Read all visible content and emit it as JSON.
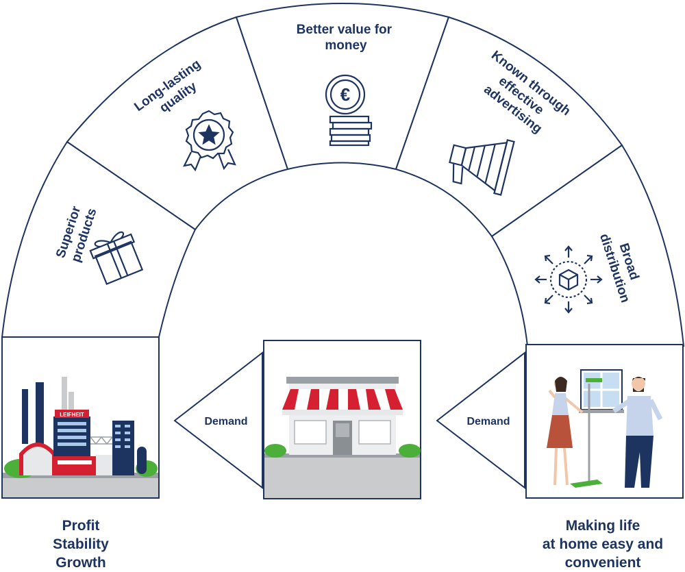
{
  "arc_segments": [
    {
      "id": "superior",
      "lines": [
        "Superior",
        "products"
      ],
      "icon": "gift-icon"
    },
    {
      "id": "quality",
      "lines": [
        "Long-lasting",
        "quality"
      ],
      "icon": "award-badge-icon"
    },
    {
      "id": "value",
      "lines": [
        "Better value for",
        "money"
      ],
      "icon": "euro-coins-icon"
    },
    {
      "id": "advertising",
      "lines": [
        "Known through",
        "effective",
        "advertising"
      ],
      "icon": "megaphone-icon"
    },
    {
      "id": "distribution",
      "lines": [
        "Broad",
        "distribution"
      ],
      "icon": "distribution-box-icon"
    }
  ],
  "flow": {
    "demand_left": "Demand",
    "demand_right": "Demand"
  },
  "captions": {
    "left": [
      "Profit",
      "Stability",
      "Growth"
    ],
    "right": [
      "Making life",
      "at home easy and",
      "convenient"
    ]
  },
  "boxes": {
    "factory_sign": "LEIFHEIT"
  },
  "colors": {
    "navy": "#1d3461",
    "red": "#d42030",
    "green": "#4caf3a",
    "grey": "#c9cbcd"
  }
}
